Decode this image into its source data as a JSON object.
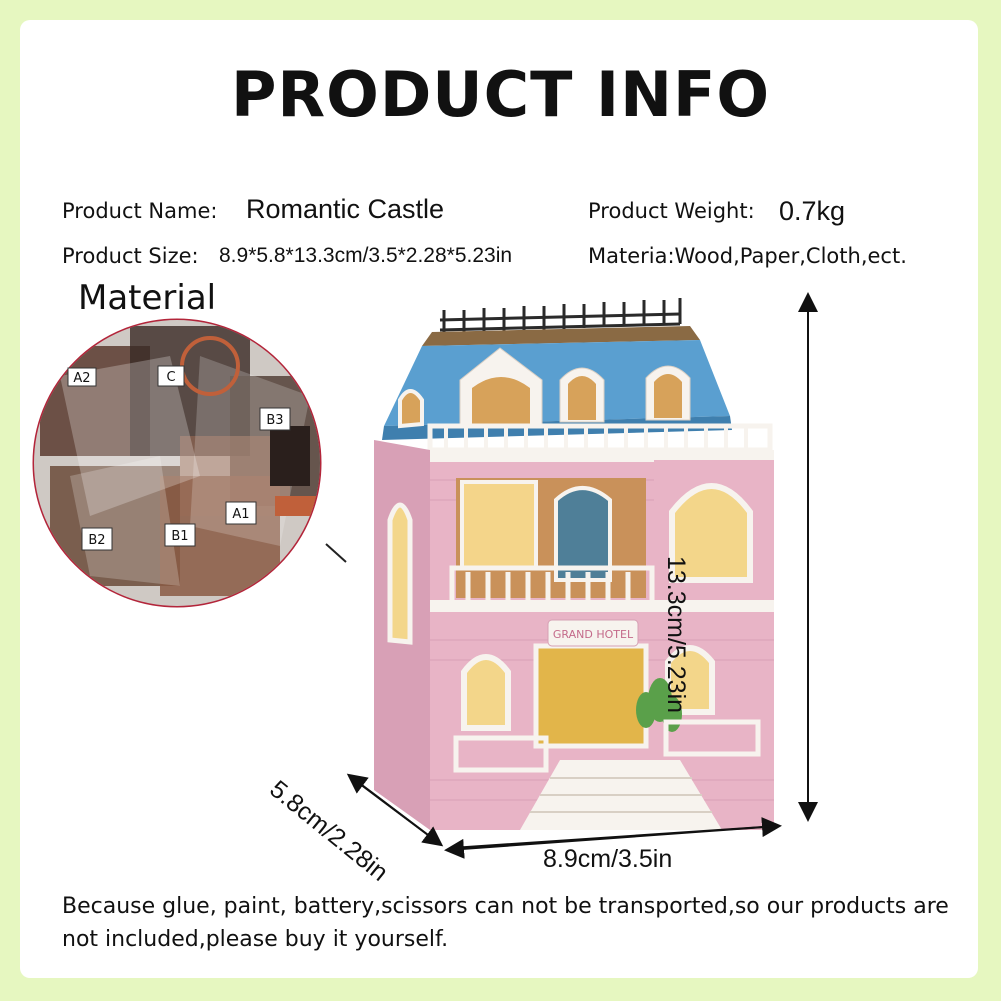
{
  "title": "PRODUCT INFO",
  "info": {
    "name_label": "Product Name:",
    "name_value": "Romantic Castle",
    "size_label": "Product Size:",
    "size_value": "8.9*5.8*13.3cm/3.5*2.28*5.23in",
    "weight_label": "Product Weight:",
    "weight_value": "0.7kg",
    "material_text": "Materia:Wood,Paper,Cloth,ect."
  },
  "material_heading": "Material",
  "bag_labels": [
    "A2",
    "C",
    "B3",
    "B2",
    "B1",
    "A1"
  ],
  "sign_text": "GRAND HOTEL",
  "dimensions": {
    "height": "13.3cm/5.23in",
    "width": "8.9cm/3.5in",
    "depth": "5.8cm/2.28in"
  },
  "note": "Because glue, paint, battery,scissors can not be transported,so our products are not included,please buy it yourself.",
  "colors": {
    "background": "#e6f7c0",
    "card": "#ffffff",
    "roof": "#5a9fd0",
    "wall": "#e8b4c6",
    "trim": "#f7f3ee"
  }
}
